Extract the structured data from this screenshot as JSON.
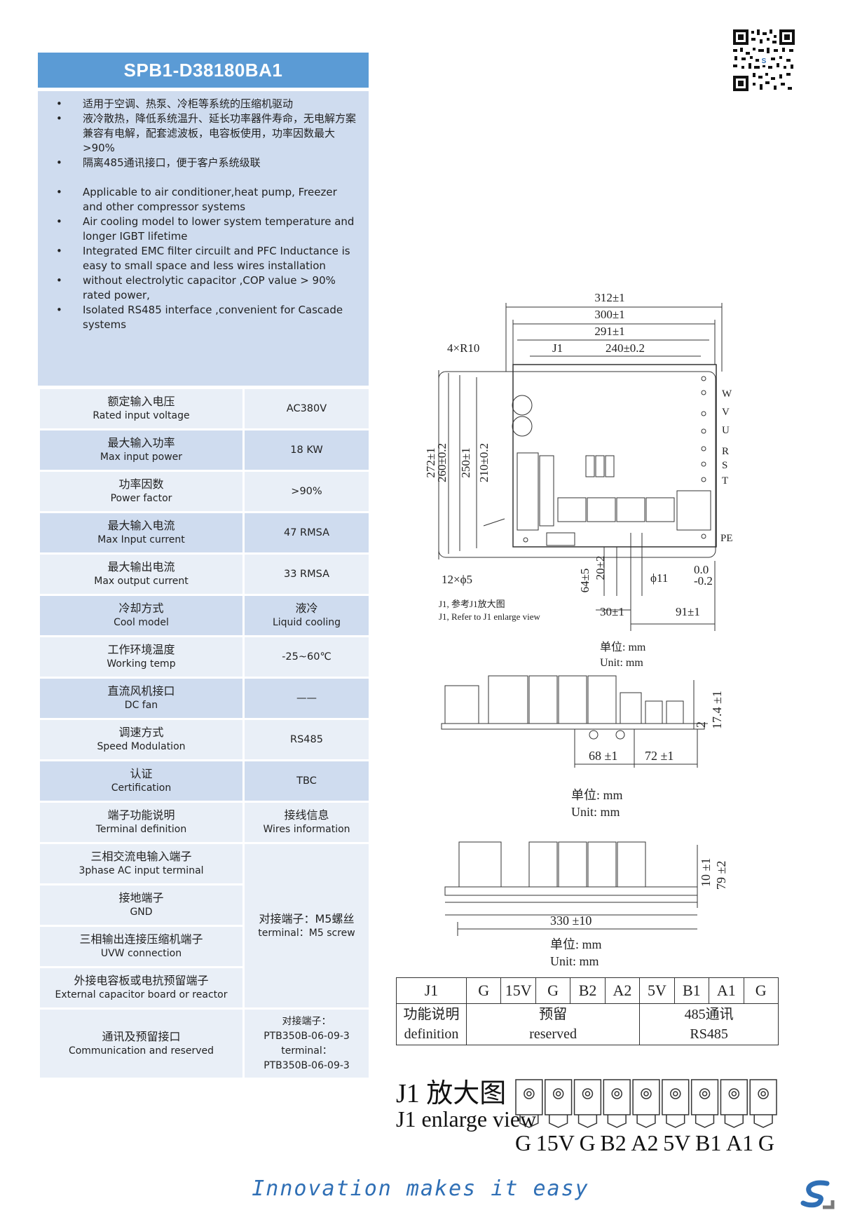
{
  "title": "SPB1-D38180BA1",
  "features_cn": [
    "适用于空调、热泵、冷柜等系统的压缩机驱动",
    "液冷散热，降低系统温升、延长功率器件寿命，无电解方案兼容有电解，配套滤波板，电容板使用，功率因数最大>90%",
    "隔离485通讯接口，便于客户系统级联"
  ],
  "features_en": [
    "Applicable to air conditioner,heat pump, Freezer and other compressor systems",
    "Air cooling model to lower system temperature and longer IGBT lifetime",
    "Integrated EMC filter circuilt and PFC Inductance is easy to small space  and less wires installation",
    "without electrolytic capacitor ,COP value  > 90% rated power,",
    "Isolated RS485 interface ,convenient for Cascade systems"
  ],
  "bullet": "•",
  "specs": [
    {
      "cn": "额定输入电压",
      "en": "Rated input voltage",
      "value": "AC380V"
    },
    {
      "cn": "最大输入功率",
      "en": "Max input power",
      "value": "18 KW"
    },
    {
      "cn": "功率因数",
      "en": "Power factor",
      "value": ">90%"
    },
    {
      "cn": "最大输入电流",
      "en": "Max Input current",
      "value": "47 RMSA"
    },
    {
      "cn": "最大输出电流",
      "en": "Max output current",
      "value": "33 RMSA"
    },
    {
      "cn": "冷却方式",
      "en": "Cool model",
      "value_cn": "液冷",
      "value_en": "Liquid cooling"
    },
    {
      "cn": "工作环境温度",
      "en": "Working temp",
      "value": "-25~60℃"
    },
    {
      "cn": "直流风机接口",
      "en": "DC fan",
      "value": "——"
    },
    {
      "cn": "调速方式",
      "en": "Speed Modulation",
      "value": "RS485"
    },
    {
      "cn": "认证",
      "en": "Certification",
      "value": "TBC"
    },
    {
      "cn": "端子功能说明",
      "en": "Terminal definition",
      "value_cn": "接线信息",
      "value_en": "Wires information"
    },
    {
      "cn": "三相交流电输入端子",
      "en": "3phase AC input terminal"
    },
    {
      "cn": "接地端子",
      "en": "GND"
    },
    {
      "cn": "三相输出连接压缩机端子",
      "en": "UVW connection"
    },
    {
      "cn": "外接电容板或电抗预留端子",
      "en": "External capacitor  board or reactor"
    },
    {
      "cn": "通讯及预留接口",
      "en": "Communication and reserved",
      "value_lines": [
        "对接端子：",
        "PTB350B-06-09-3",
        "terminal：",
        "PTB350B-06-09-3"
      ]
    }
  ],
  "terminal_merged": {
    "cn": "对接端子：M5螺丝",
    "en": "terminal：M5 screw"
  },
  "drawing_top": {
    "dims": [
      "312±1",
      "300±1",
      "291±1",
      "240±0.2",
      "4×R10",
      "J1",
      "272±1",
      "260±0.2",
      "250±1",
      "210±0.2",
      "12×ϕ5",
      "20±2",
      "64±5",
      "ϕ11",
      "0.0",
      "-0.2",
      "30±1",
      "91±1"
    ],
    "side_labels": [
      "W",
      "V",
      "U",
      "R",
      "S",
      "T",
      "PE"
    ],
    "note_cn": "J1, 参考J1放大图",
    "note_en": "J1, Refer to J1 enlarge view",
    "unit_cn": "单位: mm",
    "unit_en": "Unit:  mm"
  },
  "drawing_side": {
    "dims": [
      "68 ±1",
      "72 ±1",
      "2",
      "17.4 ±1"
    ],
    "unit_cn": "单位: mm",
    "unit_en": "Unit:  mm"
  },
  "drawing_front": {
    "dims": [
      "10 ±1",
      "79 ±2",
      "330 ±10"
    ],
    "unit_cn": "单位: mm",
    "unit_en": "Unit:  mm"
  },
  "j1_table": {
    "header": [
      "J1",
      "G",
      "15V",
      "G",
      "B2",
      "A2",
      "5V",
      "B1",
      "A1",
      "G"
    ],
    "def_cn": "功能说明",
    "def_en": "definition",
    "reserved_cn": "预留",
    "reserved_en": "reserved",
    "comm_cn": "485通讯",
    "comm_en": "RS485"
  },
  "j1_enlarge_cn": "J1 放大图",
  "j1_enlarge_en": "J1  enlarge view",
  "j1_pins": [
    "G",
    "15V",
    "G",
    "B2",
    "A2",
    "5V",
    "B1",
    "A1",
    "G"
  ],
  "footer": "Innovation makes it easy"
}
